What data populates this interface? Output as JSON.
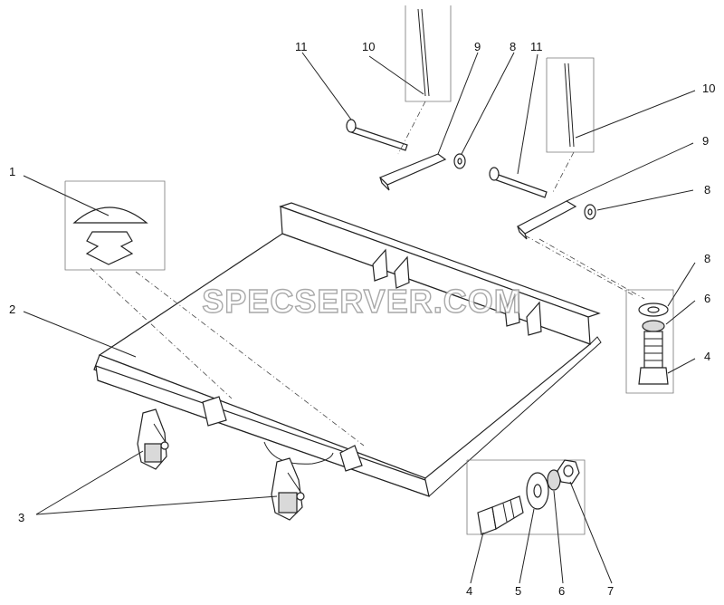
{
  "watermark": "SPECSERVER.COM",
  "callouts": [
    {
      "id": "c1",
      "text": "1"
    },
    {
      "id": "c2",
      "text": "2"
    },
    {
      "id": "c3",
      "text": "3"
    },
    {
      "id": "c4a",
      "text": "4"
    },
    {
      "id": "c4b",
      "text": "4"
    },
    {
      "id": "c5",
      "text": "5"
    },
    {
      "id": "c6a",
      "text": "6"
    },
    {
      "id": "c6b",
      "text": "6"
    },
    {
      "id": "c7",
      "text": "7"
    },
    {
      "id": "c8a",
      "text": "8"
    },
    {
      "id": "c8b",
      "text": "8"
    },
    {
      "id": "c8c",
      "text": "8"
    },
    {
      "id": "c9a",
      "text": "9"
    },
    {
      "id": "c9b",
      "text": "9"
    },
    {
      "id": "c10a",
      "text": "10"
    },
    {
      "id": "c10b",
      "text": "10"
    },
    {
      "id": "c11a",
      "text": "11"
    },
    {
      "id": "c11b",
      "text": "11"
    }
  ]
}
